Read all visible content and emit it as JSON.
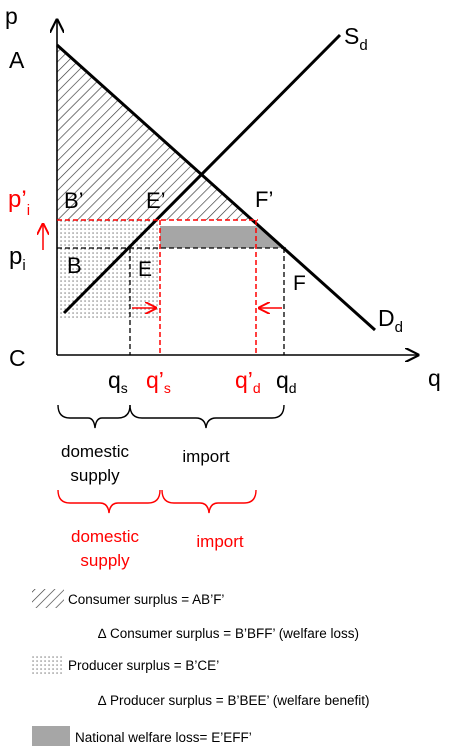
{
  "axes": {
    "y_label": "p",
    "x_label": "q"
  },
  "points": {
    "A": "A",
    "B_prime": "B’",
    "B": "B",
    "C": "C",
    "E_prime": "E’",
    "E": "E",
    "F_prime": "F’",
    "F": "F"
  },
  "curves": {
    "supply": {
      "main": "S",
      "sub": "d"
    },
    "demand": {
      "main": "D",
      "sub": "d"
    }
  },
  "prices": {
    "p_i_prime": {
      "main": "p’",
      "sub": "i"
    },
    "p_i": {
      "main": "p",
      "sub": "i"
    }
  },
  "quantities": {
    "q_s": {
      "main": "q",
      "sub": "s"
    },
    "q_s_prime": {
      "main": "q’",
      "sub": "s"
    },
    "q_d_prime": {
      "main": "q’",
      "sub": "d"
    },
    "q_d": {
      "main": "q",
      "sub": "d"
    }
  },
  "brackets_black": {
    "domestic_supply_line1": "domestic",
    "domestic_supply_line2": "supply",
    "import": "import"
  },
  "brackets_red": {
    "domestic_supply_line1": "domestic",
    "domestic_supply_line2": "supply",
    "import": "import"
  },
  "legend": {
    "consumer_surplus": "Consumer surplus = AB’F’",
    "delta_consumer_surplus": "∆ Consumer surplus = B’BFF’ (welfare loss)",
    "producer_surplus": "Producer surplus = B’CE’",
    "delta_producer_surplus": "∆ Producer surplus = B’BEE’ (welfare benefit)",
    "national_welfare_loss": "National welfare loss= E’EFF’"
  },
  "colors": {
    "black": "#000000",
    "red": "#ff0000",
    "gray_fill": "#a6a6a6"
  }
}
